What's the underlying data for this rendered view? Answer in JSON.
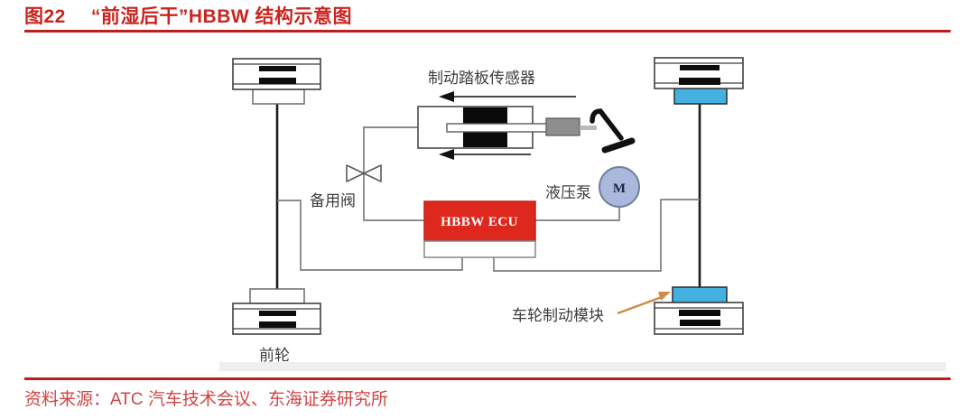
{
  "header": {
    "figure_tag": "图22",
    "figure_title": "“前湿后干”HBBW 结构示意图"
  },
  "diagram": {
    "labels": {
      "pedal_sensor": "制动踏板传感器",
      "backup_valve": "备用阀",
      "hydraulic_pump": "液压泵",
      "wheel_brake_module": "车轮制动模块",
      "front_wheel": "前轮",
      "ecu": "HBBW ECU",
      "motor": "M"
    },
    "colors": {
      "ecu_red": "#df281d",
      "module_blue": "#45b1e0",
      "pump_blue": "#a9b8db",
      "annotation_orange": "#cf8a45",
      "line_gray": "#7d7d7d"
    }
  },
  "footer": {
    "source": "资料来源：ATC 汽车技术会议、东海证券研究所"
  },
  "accent": {
    "title_red": "#cb241f",
    "rule_red": "#c01d1d",
    "source_red": "#d04545"
  }
}
